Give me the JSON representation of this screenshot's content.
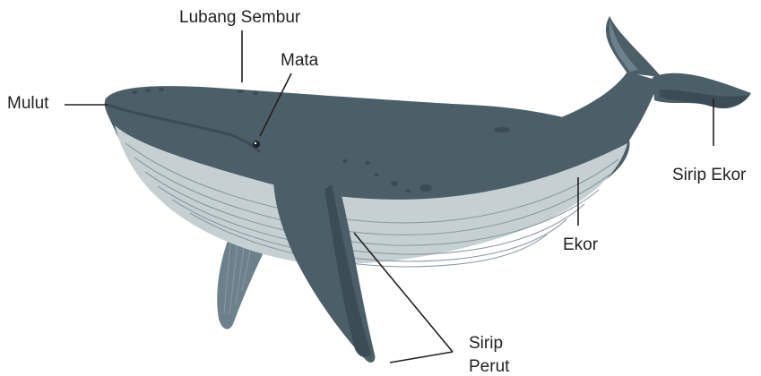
{
  "colors": {
    "body": "#4c5f69",
    "body_dark": "#3b4c55",
    "body_light": "#6c818b",
    "belly": "#c6d0d3",
    "belly_groove": "#8a9aa1",
    "leader_line": "#231f20"
  },
  "labels": {
    "blowhole": "Lubang Sembur",
    "eye": "Mata",
    "mouth": "Mulut",
    "tail_fin": "Sirip Ekor",
    "tail": "Ekor",
    "belly_fin_line1": "Sirip",
    "belly_fin_line2": "Perut"
  }
}
